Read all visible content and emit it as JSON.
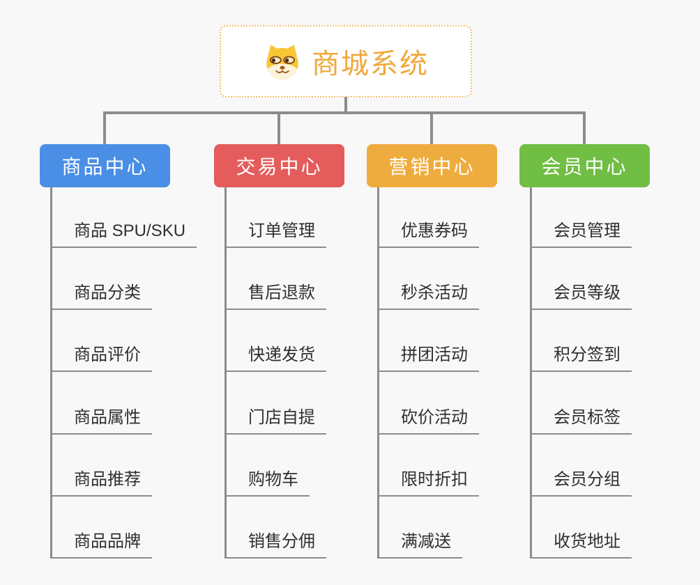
{
  "background": "#F8F8F8",
  "connector_color": "#8C8C8C",
  "root": {
    "title": "商城系统",
    "title_color": "#EFA93B",
    "border_color": "#F6C06B",
    "icon": "shiba-dog-icon"
  },
  "columns": [
    {
      "label": "商品中心",
      "color": "#4A8FE5",
      "items": [
        "商品 SPU/SKU",
        "商品分类",
        "商品评价",
        "商品属性",
        "商品推荐",
        "商品品牌"
      ]
    },
    {
      "label": "交易中心",
      "color": "#E45C5C",
      "items": [
        "订单管理",
        "售后退款",
        "快递发货",
        "门店自提",
        "购物车",
        "销售分佣"
      ]
    },
    {
      "label": "营销中心",
      "color": "#EFAC3E",
      "items": [
        "优惠券码",
        "秒杀活动",
        "拼团活动",
        "砍价活动",
        "限时折扣",
        "满减送"
      ]
    },
    {
      "label": "会员中心",
      "color": "#70BE44",
      "items": [
        "会员管理",
        "会员等级",
        "积分签到",
        "会员标签",
        "会员分组",
        "收货地址"
      ]
    }
  ]
}
